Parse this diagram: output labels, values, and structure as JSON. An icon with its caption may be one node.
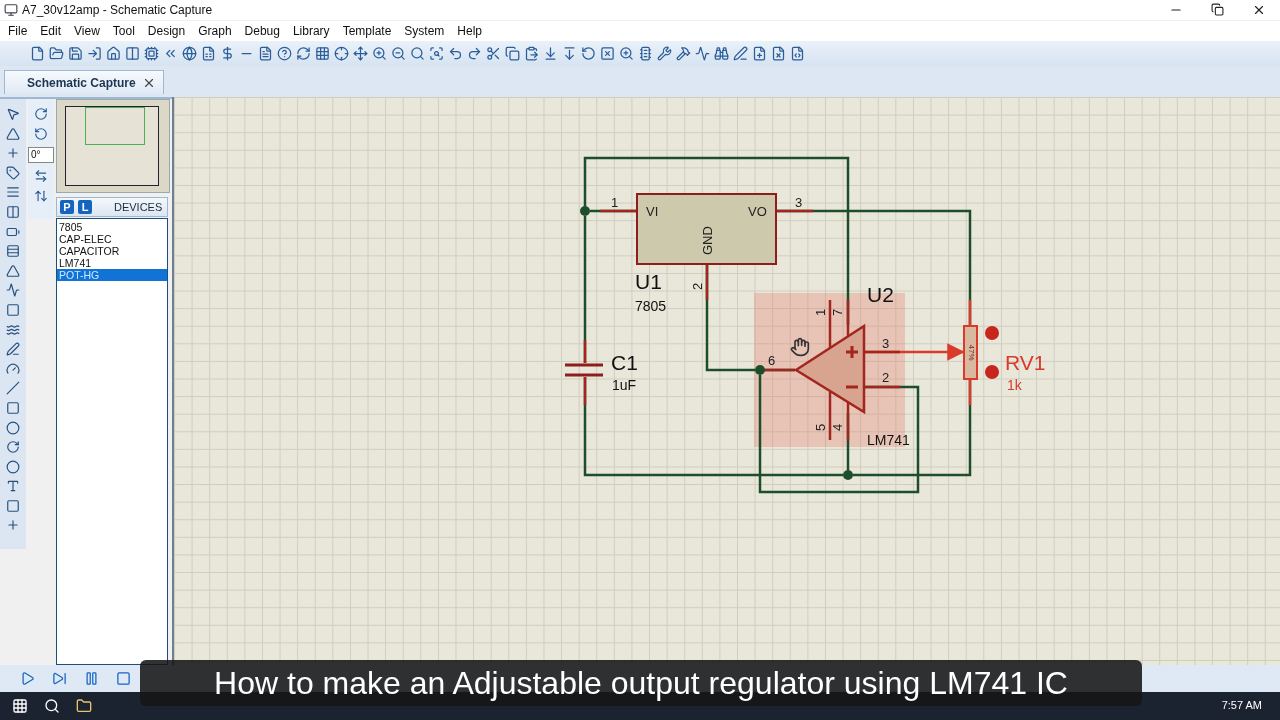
{
  "diagram": {
    "title": "A7_30v12amp - Schematic Capture",
    "caption": "How to make an Adjustable output regulator using LM741 IC",
    "nodes": [
      {
        "text": [
          "VI",
          "VO",
          "GND"
        ],
        "beside": [
          "U1",
          "7805"
        ]
      },
      {
        "text": [],
        "shape": "circle"
      },
      {
        "text": [],
        "shape": "capacitor",
        "beside": [
          "C1",
          "1uF"
        ]
      },
      {
        "text": [],
        "shape": "triangle",
        "beside": [
          "U2",
          "LM741"
        ]
      },
      {
        "text": [],
        "shape": "circle"
      },
      {
        "text": [
          "47%"
        ],
        "beside": [
          "RV1",
          "1k"
        ]
      },
      {
        "text": [],
        "shape": "circle"
      }
    ],
    "edges": [
      {
        "from": 0,
        "to": 1,
        "arrow": "none"
      },
      {
        "from": 1,
        "to": 3,
        "arrow": "none"
      },
      {
        "from": 1,
        "to": 2,
        "arrow": "none"
      },
      {
        "from": 2,
        "to": 6,
        "arrow": "none"
      },
      {
        "from": 6,
        "to": 3,
        "arrow": "none"
      },
      {
        "from": 6,
        "to": 5,
        "arrow": "none"
      },
      {
        "from": 0,
        "to": 5,
        "arrow": "none"
      },
      {
        "from": 0,
        "to": 4,
        "arrow": "none"
      },
      {
        "from": 4,
        "to": 3,
        "arrow": "none"
      },
      {
        "from": 4,
        "to": 3,
        "arrow": "none"
      },
      {
        "from": 3,
        "to": 5,
        "arrow": "to",
        "color": "#d93a2b"
      }
    ],
    "labels": [
      "File",
      "Edit",
      "View",
      "Tool",
      "Design",
      "Graph",
      "Debug",
      "Library",
      "Template",
      "System",
      "Help",
      "Schematic Capture",
      "0°",
      "P",
      "L",
      "DEVICES",
      "7805",
      "CAP-ELEC",
      "CAPACITOR",
      "LM741",
      "POT-HG",
      "1",
      "3",
      "2",
      "1",
      "7",
      "6",
      "3",
      "2",
      "5",
      "4",
      "7:57 AM"
    ]
  }
}
